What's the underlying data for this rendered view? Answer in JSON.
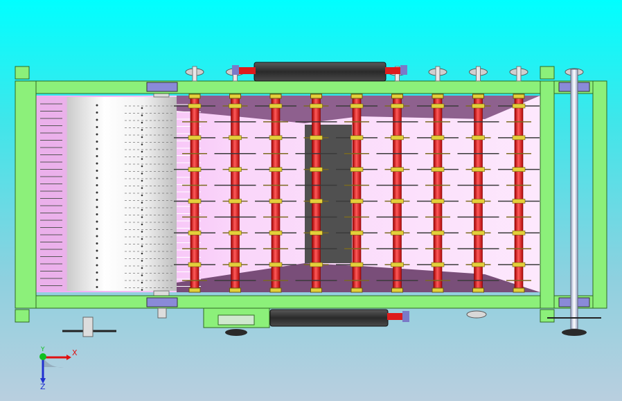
{
  "view": {
    "background_top": "#00ffff",
    "background_bottom": "#b9cfdf"
  },
  "colors": {
    "frame": "#8cf07a",
    "frame_edge": "#2f6a22",
    "shaft": "#dd1c1c",
    "shaft_highlight": "#ff7a7a",
    "collar": "#e3cf3a",
    "bearing": "#7a7ac8",
    "motor": "#3a3a3a",
    "chamber": "#f6c8f6",
    "chamber_dark": "#6a3e6a",
    "screen": "#505050",
    "roller": "#f0f0f0"
  },
  "machine": {
    "rotor_shaft_count": 9,
    "blades_per_shaft": 6,
    "top_sprocket_count": 9,
    "comb_teeth_count": 26
  },
  "triad": {
    "x_label": "X",
    "y_label": "Y",
    "z_label": "Z",
    "x_color": "#e01010",
    "y_color": "#10c020",
    "z_color": "#2030d0"
  }
}
